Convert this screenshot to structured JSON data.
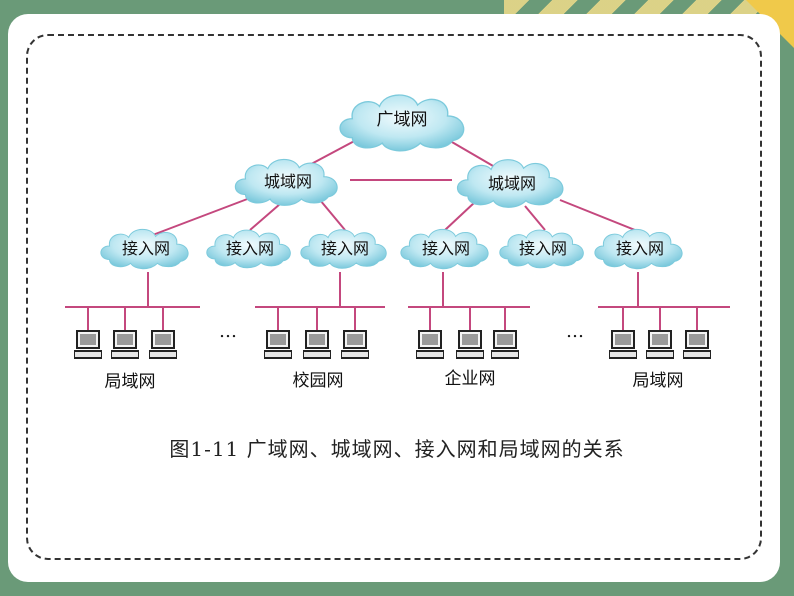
{
  "diagram": {
    "wan": "广域网",
    "man_left": "城域网",
    "man_right": "城域网",
    "access_nets": [
      "接入网",
      "接入网",
      "接入网",
      "接入网",
      "接入网",
      "接入网"
    ],
    "lans": [
      "局域网",
      "校园网",
      "企业网",
      "局域网"
    ],
    "ellipsis": [
      "…",
      "…"
    ]
  },
  "caption": "图1-11  广域网、城域网、接入网和局域网的关系",
  "colors": {
    "link": "#c4487e",
    "cloud_light": "#e8f7fb",
    "cloud_dark": "#6fc3d8",
    "background": "#6a9a78"
  }
}
